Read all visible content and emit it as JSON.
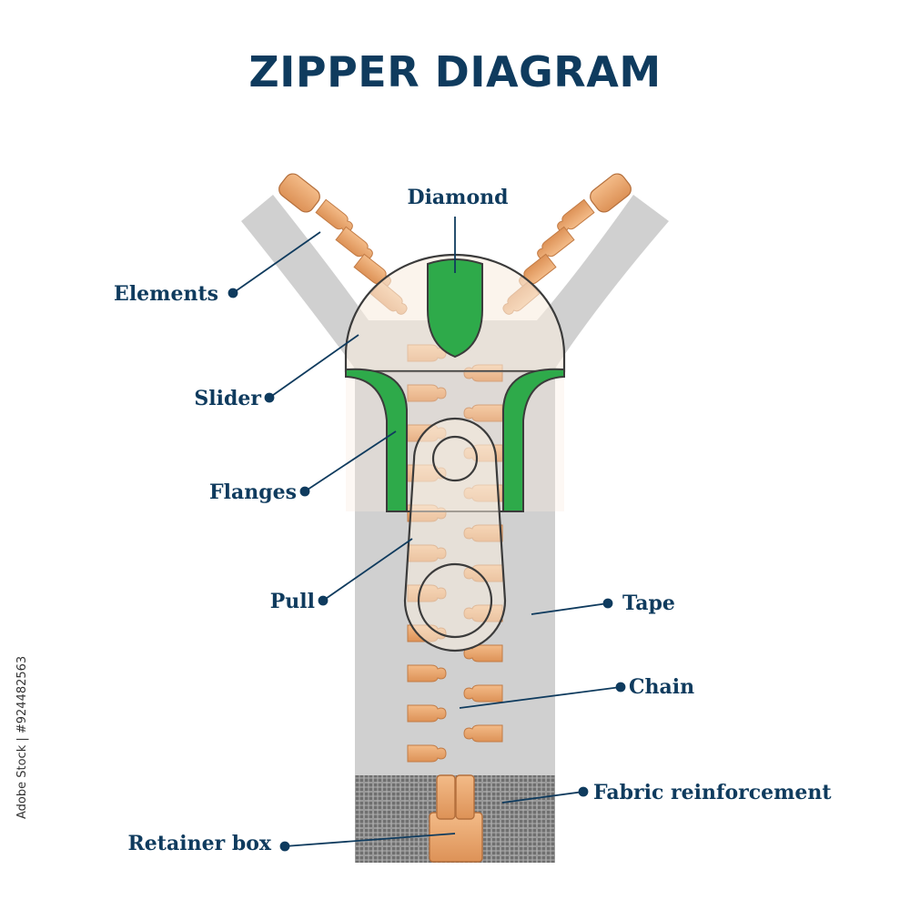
{
  "title": "ZIPPER DIAGRAM",
  "labels": {
    "diamond": "Diamond",
    "elements": "Elements",
    "slider": "Slider",
    "flanges": "Flanges",
    "pull": "Pull",
    "tape": "Tape",
    "chain": "Chain",
    "fabric_reinforcement": "Fabric reinforcement",
    "retainer_box": "Retainer box"
  },
  "credit": "Adobe Stock | #924482563",
  "colors": {
    "label_text": "#0f3b5e",
    "tape": "#d0d0d0",
    "teeth": "#e9a36a",
    "slider_green": "#2eaa4a",
    "reinforcement": "#8a8a8a"
  }
}
